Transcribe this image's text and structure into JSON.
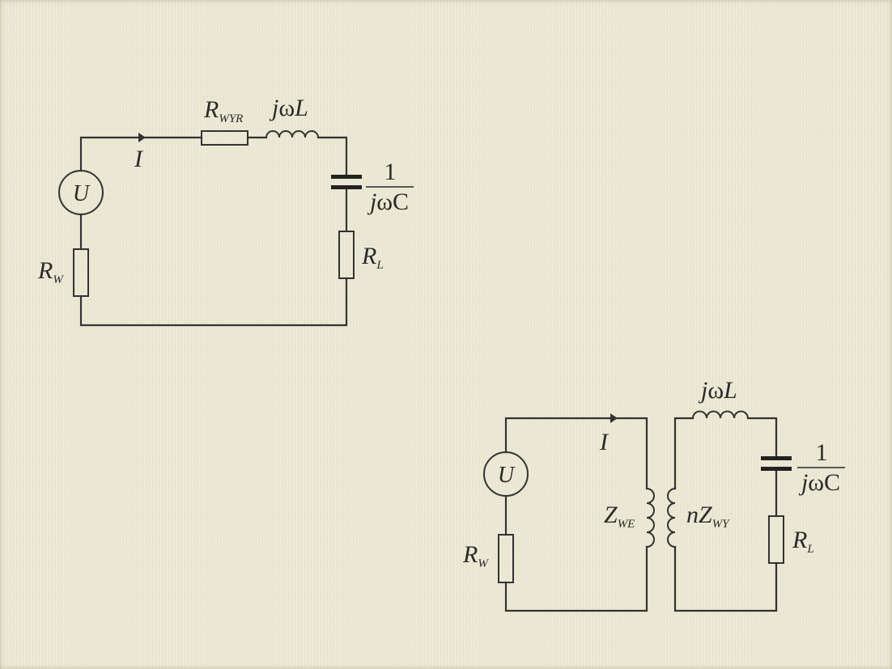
{
  "circuit1": {
    "source": "U",
    "current": "I",
    "r_wyr": {
      "main": "R",
      "sub": "WYR"
    },
    "inductor": {
      "j": "j",
      "omega": "ω",
      "L": "L"
    },
    "capacitor": {
      "num": "1",
      "j": "j",
      "omega": "ω",
      "C": "C"
    },
    "r_l": {
      "main": "R",
      "sub": "L"
    },
    "r_w": {
      "main": "R",
      "sub": "W"
    }
  },
  "circuit2": {
    "source": "U",
    "current": "I",
    "inductor": {
      "j": "j",
      "omega": "ω",
      "L": "L"
    },
    "capacitor": {
      "num": "1",
      "j": "j",
      "omega": "ω",
      "C": "C"
    },
    "r_l": {
      "main": "R",
      "sub": "L"
    },
    "r_w": {
      "main": "R",
      "sub": "W"
    },
    "z_we": {
      "main": "Z",
      "sub": "WE"
    },
    "nz_wy": {
      "n": "n",
      "main": "Z",
      "sub": "WY"
    }
  }
}
